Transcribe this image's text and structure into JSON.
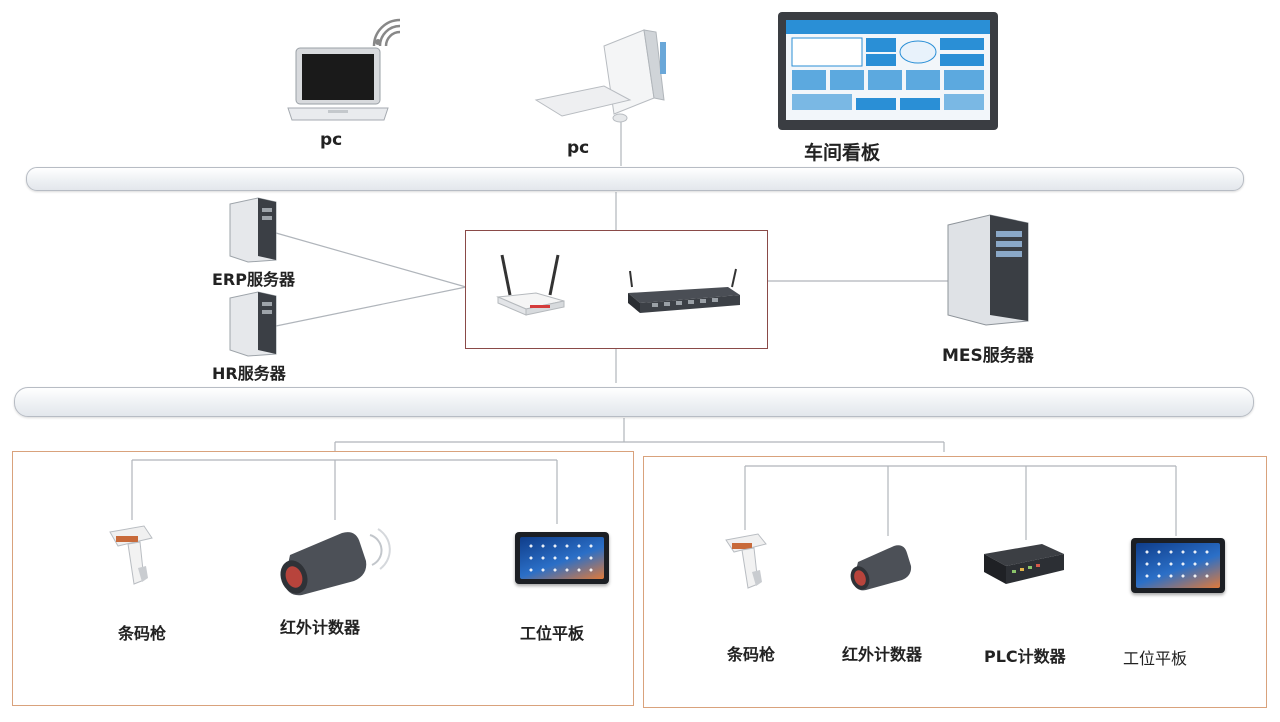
{
  "top": {
    "laptop_label": "pc",
    "desktop_label": "pc",
    "dashboard_label": "车间看板"
  },
  "servers": {
    "erp_label": "ERP服务器",
    "hr_label": "HR服务器",
    "mes_label": "MES服务器"
  },
  "group_left": {
    "devices": [
      "条码枪",
      "红外计数器",
      "工位平板"
    ]
  },
  "group_right": {
    "devices": [
      "条码枪",
      "红外计数器",
      "PLC计数器",
      "工位平板"
    ]
  },
  "colors": {
    "group_border": "#d9a27c",
    "center_border": "#8a4a48",
    "dashboard_accent": "#2a8fd6"
  },
  "icons": [
    "laptop-icon",
    "wifi-icon",
    "desktop-pc-icon",
    "dashboard-monitor-icon",
    "server-icon",
    "wireless-router-icon",
    "network-gateway-icon",
    "barcode-scanner-icon",
    "infrared-counter-icon",
    "plc-counter-icon",
    "workstation-tablet-icon"
  ]
}
